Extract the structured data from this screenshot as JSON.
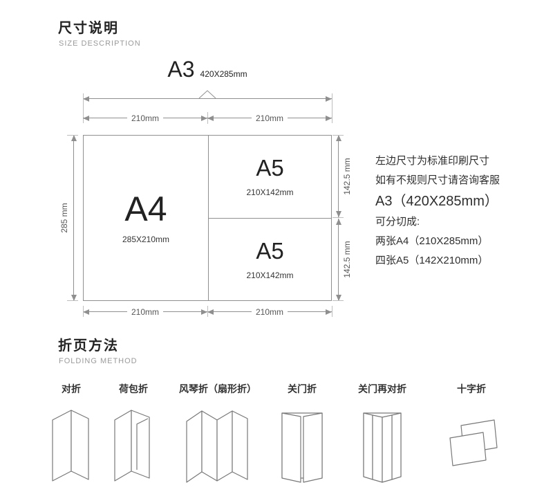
{
  "size_section": {
    "title": "尺寸说明",
    "subtitle": "SIZE DESCRIPTION",
    "a3_label": "A3",
    "a3_dims": "420X285mm",
    "dims": {
      "top_left": "210mm",
      "top_right": "210mm",
      "bottom_left": "210mm",
      "bottom_right": "210mm",
      "left": "285 mm",
      "right_top": "142.5 mm",
      "right_bottom": "142.5 mm"
    },
    "cells": {
      "a4": {
        "label": "A4",
        "dims": "285X210mm"
      },
      "a5_top": {
        "label": "A5",
        "dims": "210X142mm"
      },
      "a5_bottom": {
        "label": "A5",
        "dims": "210X142mm"
      }
    },
    "notes": [
      "左边尺寸为标准印刷尺寸",
      "如有不规则尺寸请咨询客服",
      "A3（420X285mm）",
      "可分切成:",
      "两张A4（210X285mm）",
      "四张A5（142X210mm）"
    ]
  },
  "folding_section": {
    "title": "折页方法",
    "subtitle": "FOLDING METHOD",
    "methods": [
      {
        "label": "对折"
      },
      {
        "label": "荷包折"
      },
      {
        "label": "风琴折（扇形折）"
      },
      {
        "label": "关门折"
      },
      {
        "label": "关门再对折"
      },
      {
        "label": "十字折"
      }
    ]
  },
  "colors": {
    "line": "#8f8f8f",
    "text": "#222222",
    "muted": "#9a9a9a"
  }
}
